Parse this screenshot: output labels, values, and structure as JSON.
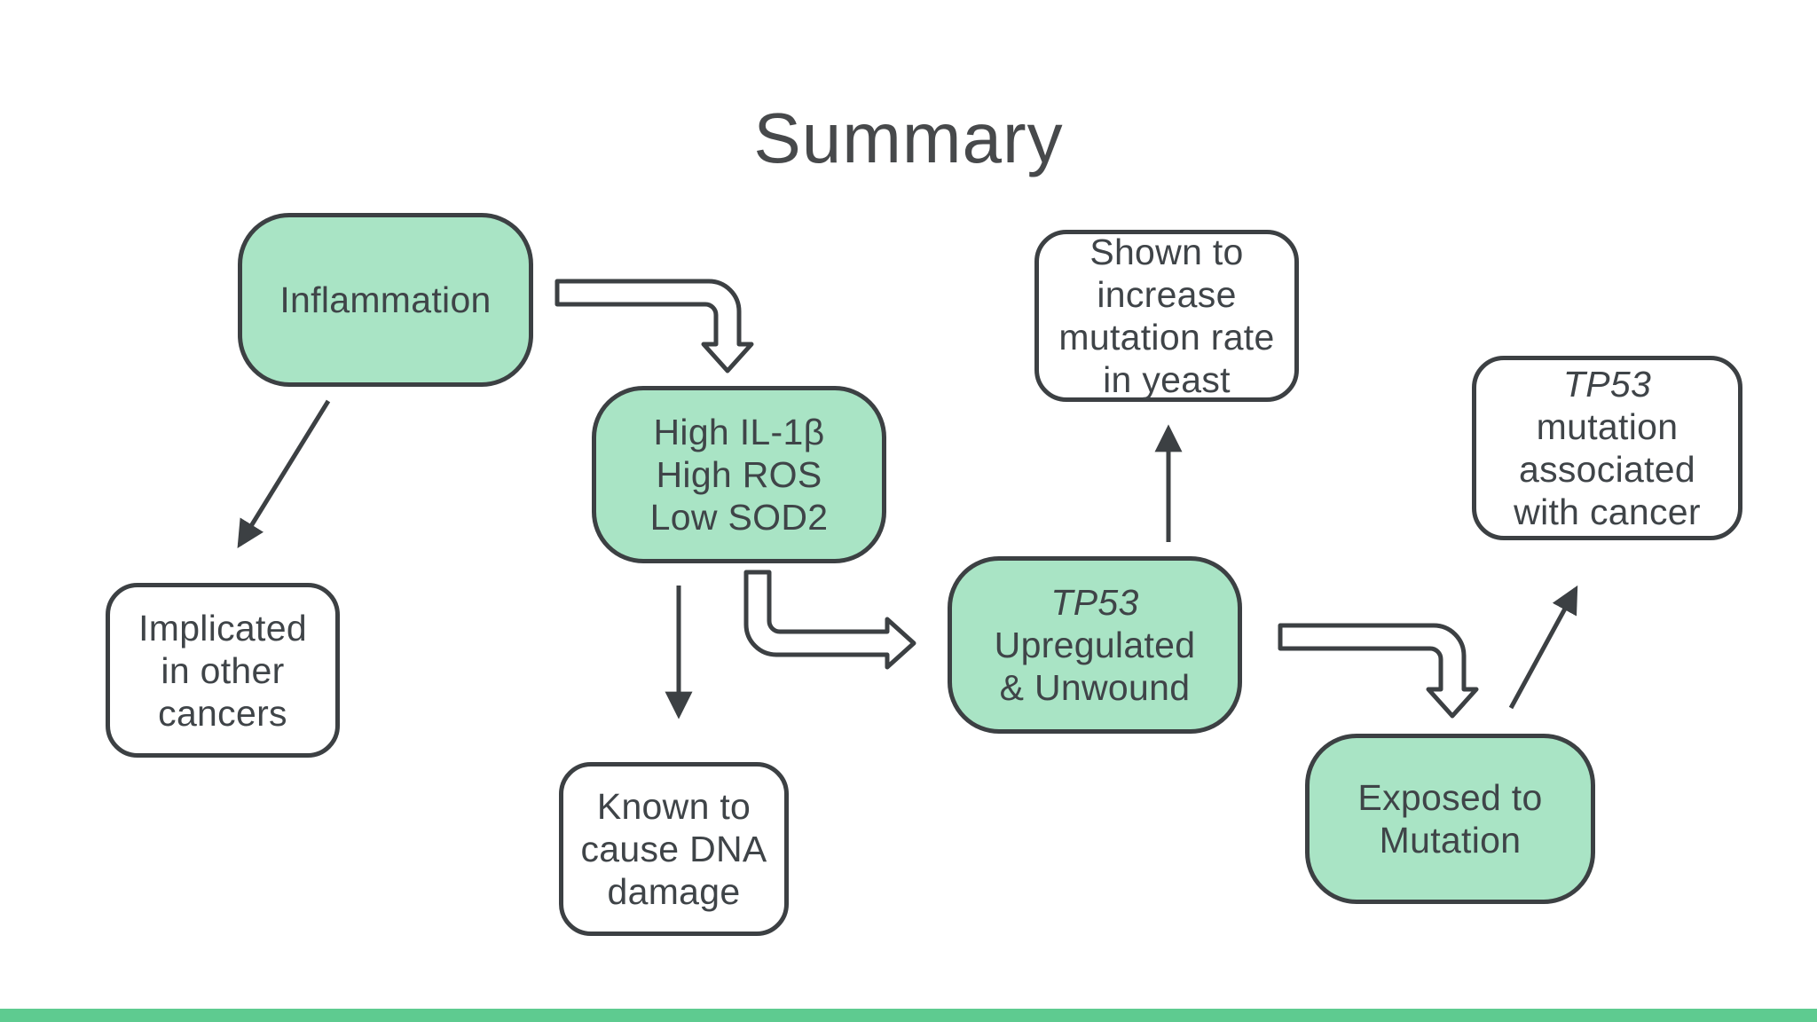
{
  "title": "Summary",
  "colors": {
    "background": "#ffffff",
    "node_fill_green": "#a9e4c5",
    "node_fill_white": "#ffffff",
    "outline": "#3c4043",
    "text": "#3f4448",
    "title_text": "#47494b",
    "footer_bar": "#5ecb90"
  },
  "nodes": {
    "inflammation": {
      "lines": [
        "Inflammation"
      ]
    },
    "high_markers": {
      "lines": [
        "High IL-1β",
        "High ROS",
        "Low SOD2"
      ]
    },
    "implicated": {
      "lines": [
        "Implicated",
        "in other",
        "cancers"
      ]
    },
    "known": {
      "lines": [
        "Known to",
        "cause DNA",
        "damage"
      ]
    },
    "shown": {
      "lines": [
        "Shown to",
        "increase",
        "mutation rate",
        "in yeast"
      ]
    },
    "tp53_upregulated": {
      "lines": [
        "TP53",
        "Upregulated",
        "& Unwound"
      ]
    },
    "exposed": {
      "lines": [
        "Exposed to",
        "Mutation"
      ]
    },
    "tp53_mutation": {
      "lines": [
        "TP53",
        "mutation",
        "associated",
        "with cancer"
      ]
    }
  },
  "edges": [
    {
      "from": "inflammation",
      "to": "implicated",
      "style": "thin-filled-arrow"
    },
    {
      "from": "inflammation",
      "to": "high_markers",
      "style": "hollow-elbow-arrow"
    },
    {
      "from": "high_markers",
      "to": "known",
      "style": "thin-filled-arrow"
    },
    {
      "from": "high_markers",
      "to": "tp53_upregulated",
      "style": "hollow-elbow-arrow"
    },
    {
      "from": "tp53_upregulated",
      "to": "shown",
      "style": "thin-filled-arrow"
    },
    {
      "from": "tp53_upregulated",
      "to": "exposed",
      "style": "hollow-elbow-arrow"
    },
    {
      "from": "exposed",
      "to": "tp53_mutation",
      "style": "thin-filled-arrow"
    }
  ]
}
